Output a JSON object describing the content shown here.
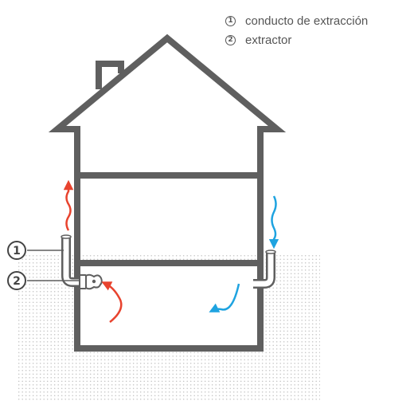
{
  "legend": {
    "items": [
      {
        "number": "1",
        "label": "conducto de extracción"
      },
      {
        "number": "2",
        "label": "extractor"
      }
    ]
  },
  "callouts": {
    "duct": "1",
    "fan": "2"
  },
  "colors": {
    "structure": "#5f5f5f",
    "warm_air": "#e8432e",
    "cool_air": "#1ea3e0",
    "ground_dots": "#c2c2c2"
  }
}
